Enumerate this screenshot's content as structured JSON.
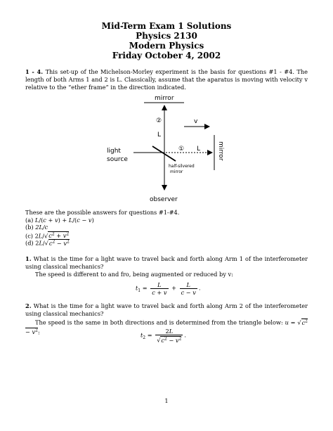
{
  "header": {
    "line1": "Mid-Term Exam 1 Solutions",
    "line2": "Physics 2130",
    "line3": "Modern Physics",
    "line4": "Friday October 4, 2002"
  },
  "intro": {
    "label": "1 - 4.",
    "text": "This set-up of the Michelson-Morley experiment is the basis for questions #1 - #4. The length of both Arms 1 and 2 is L. Classically, assume that the aparatus is moving with velocity v relative to the “ether frame” in the direction indicated."
  },
  "diagram": {
    "mirror_top": "mirror",
    "circle2": "②",
    "L_vertical": "L",
    "v_label": "v",
    "light": "light",
    "source": "source",
    "circle1": "①",
    "L_horizontal": "L",
    "mirror_right": "mirror",
    "half_silvered_1": "half-silvered",
    "half_silvered_2": "mirror",
    "observer": "observer"
  },
  "answers": {
    "intro": "These are the possible answers for questions #1-#4.",
    "a_label": "(a)",
    "b_label": "(b)",
    "b_value": "2L/c",
    "c_label": "(c)",
    "d_label": "(d)"
  },
  "q1": {
    "label": "1.",
    "text": "What is the time for a light wave to travel back and forth along Arm 1 of the interferometer using classical mechanics?",
    "explanation": "The speed is different to and fro, being augmented or reduced by v:"
  },
  "q2": {
    "label": "2.",
    "text": "What is the time for a light wave to travel back and forth along Arm 2 of the interferometer using classical mechanics?",
    "explanation": "The speed is the same in both directions and is determined from the triangle below:"
  },
  "page_number": "1"
}
